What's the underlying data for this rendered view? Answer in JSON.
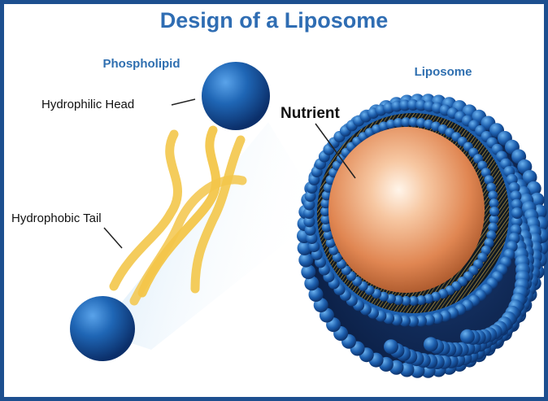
{
  "title": "Design of a Liposome",
  "labels": {
    "phospholipid": "Phospholipid",
    "hydrophilic_head": "Hydrophilic Head",
    "hydrophobic_tail": "Hydrophobic Tail",
    "liposome": "Liposome",
    "nutrient": "Nutrient"
  },
  "colors": {
    "title": "#2f6db3",
    "accent_label": "#2f6fb0",
    "label_text": "#111111",
    "frame": "#1d4f8f",
    "head": "#1f5fa8",
    "tail": "#f3c64a",
    "nutrient": "#e08a57",
    "bilayer_dark": "#0f1b2a"
  }
}
